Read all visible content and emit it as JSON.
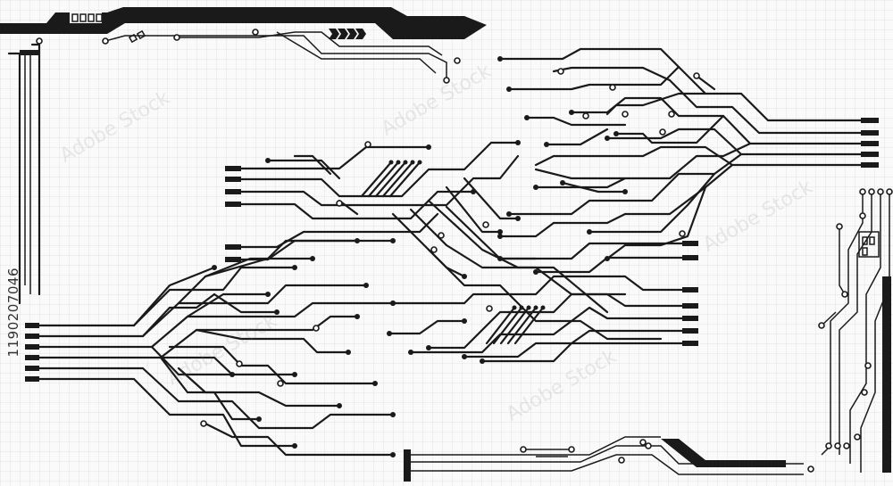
{
  "image": {
    "kind": "circuit board trace illustration",
    "colors": {
      "trace": "#1a1a1a",
      "background": "#fafafa",
      "grid": "#e6e6e6"
    }
  },
  "watermark": {
    "stock_id": "1190207046",
    "brand": "Adobe Stock"
  }
}
